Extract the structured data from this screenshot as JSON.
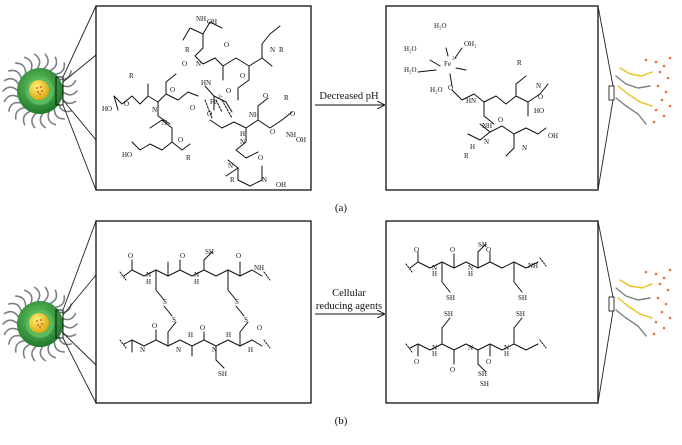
{
  "panels": [
    {
      "caption": "(a)",
      "arrow_label_lines": [
        "Decreased pH"
      ],
      "left_structure": {
        "metal": "Fe",
        "metal_charge": "3+",
        "atom_labels": [
          "OH",
          "NH",
          "N",
          "R",
          "O",
          "R",
          "N",
          "R",
          "O",
          "O",
          "HN",
          "O",
          "O",
          "O",
          "O",
          "HO",
          "N",
          "Fe",
          "O",
          "R",
          "O",
          "HO",
          "O",
          "N",
          "R",
          "O",
          "NH",
          "H",
          "N",
          "O",
          "NH",
          "OH",
          "N",
          "R",
          "O",
          "N",
          "OH"
        ]
      },
      "right_structure": {
        "metal": "Fe",
        "metal_charge": "3+",
        "water_labels": [
          "H₂O",
          "OH₂",
          "H₂O",
          "H₂O",
          "H₂O"
        ],
        "atom_labels": [
          "O",
          "O",
          "R",
          "HN",
          "N",
          "HO",
          "O",
          "NH",
          "N",
          "OH",
          "R",
          "N",
          "H"
        ]
      }
    },
    {
      "caption": "(b)",
      "arrow_label_lines": [
        "Cellular",
        "reducing agents"
      ],
      "left_structure": {
        "atom_labels": [
          "SH",
          "O",
          "H",
          "O",
          "H",
          "O",
          "N",
          "N",
          "N",
          "H",
          "S",
          "S",
          "O",
          "H",
          "O",
          "H",
          "O",
          "N",
          "N",
          "N",
          "H",
          "S",
          "S",
          "SH"
        ]
      },
      "right_structure": {
        "atom_labels": [
          "SH",
          "O",
          "H",
          "O",
          "H",
          "O",
          "N",
          "N",
          "N",
          "H",
          "SH",
          "SH",
          "SH",
          "SH",
          "O",
          "H",
          "O",
          "H",
          "N",
          "N",
          "N",
          "O",
          "SH",
          "SH"
        ]
      }
    }
  ],
  "colors": {
    "particle_outer": "#1f7a2a",
    "particle_mid": "#5cb85c",
    "particle_core": "#e8c21a",
    "chain": "#7a7f86",
    "release_dot": "#e8733a",
    "released_chain_yellow": "#e8c21a"
  }
}
